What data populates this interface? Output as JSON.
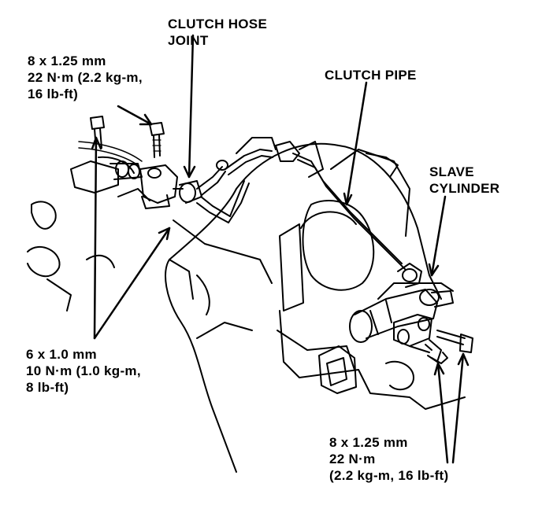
{
  "labels": {
    "clutch_hose_joint": [
      "CLUTCH HOSE",
      "JOINT"
    ],
    "bolt_spec_top": [
      "8 x 1.25 mm",
      "22 N·m (2.2 kg-m,",
      "16 lb-ft)"
    ],
    "clutch_pipe": "CLUTCH PIPE",
    "slave_cylinder": [
      "SLAVE",
      "CYLINDER"
    ],
    "bolt_spec_left": [
      "6 x 1.0 mm",
      "10 N·m (1.0 kg-m,",
      "8 lb-ft)"
    ],
    "bolt_spec_bottom": [
      "8 x 1.25 mm",
      "22 N·m",
      "(2.2 kg-m, 16 lb-ft)"
    ]
  },
  "colors": {
    "ink": "#000000",
    "paper": "#ffffff"
  }
}
